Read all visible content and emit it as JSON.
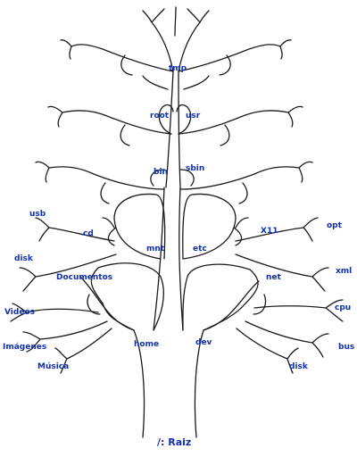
{
  "diagram": {
    "title": "/: Raiz",
    "label_color": "#1030b0",
    "line_color": "#1a1a1a",
    "nodes": {
      "tmp": "tmp",
      "root": "root",
      "usr": "usr",
      "bin": "bin",
      "sbin": "sbin",
      "usb": "usb",
      "cd": "cd",
      "mnt": "mnt",
      "etc": "etc",
      "x11": "X11",
      "opt": "opt",
      "disk_left": "disk",
      "documentos": "Documentos",
      "net": "net",
      "xml": "xml",
      "videos": "Videos",
      "cpu": "cpu",
      "imagenes": "Imágenes",
      "home": "home",
      "dev": "dev",
      "bus": "bus",
      "musica": "Música",
      "disk_right": "disk"
    },
    "edges": [
      [
        "raiz",
        "home"
      ],
      [
        "raiz",
        "dev"
      ],
      [
        "home",
        "documentos"
      ],
      [
        "home",
        "mnt"
      ],
      [
        "documentos",
        "videos"
      ],
      [
        "documentos",
        "imagenes"
      ],
      [
        "documentos",
        "musica"
      ],
      [
        "mnt",
        "cd"
      ],
      [
        "mnt",
        "usb"
      ],
      [
        "mnt",
        "disk_left"
      ],
      [
        "dev",
        "net"
      ],
      [
        "dev",
        "etc"
      ],
      [
        "net",
        "cpu"
      ],
      [
        "net",
        "bus"
      ],
      [
        "net",
        "disk_right"
      ],
      [
        "etc",
        "x11"
      ],
      [
        "etc",
        "opt"
      ],
      [
        "etc",
        "xml"
      ],
      [
        "mnt",
        "bin"
      ],
      [
        "etc",
        "sbin"
      ],
      [
        "bin",
        "root"
      ],
      [
        "sbin",
        "usr"
      ],
      [
        "root",
        "tmp"
      ],
      [
        "usr",
        "tmp"
      ]
    ]
  }
}
